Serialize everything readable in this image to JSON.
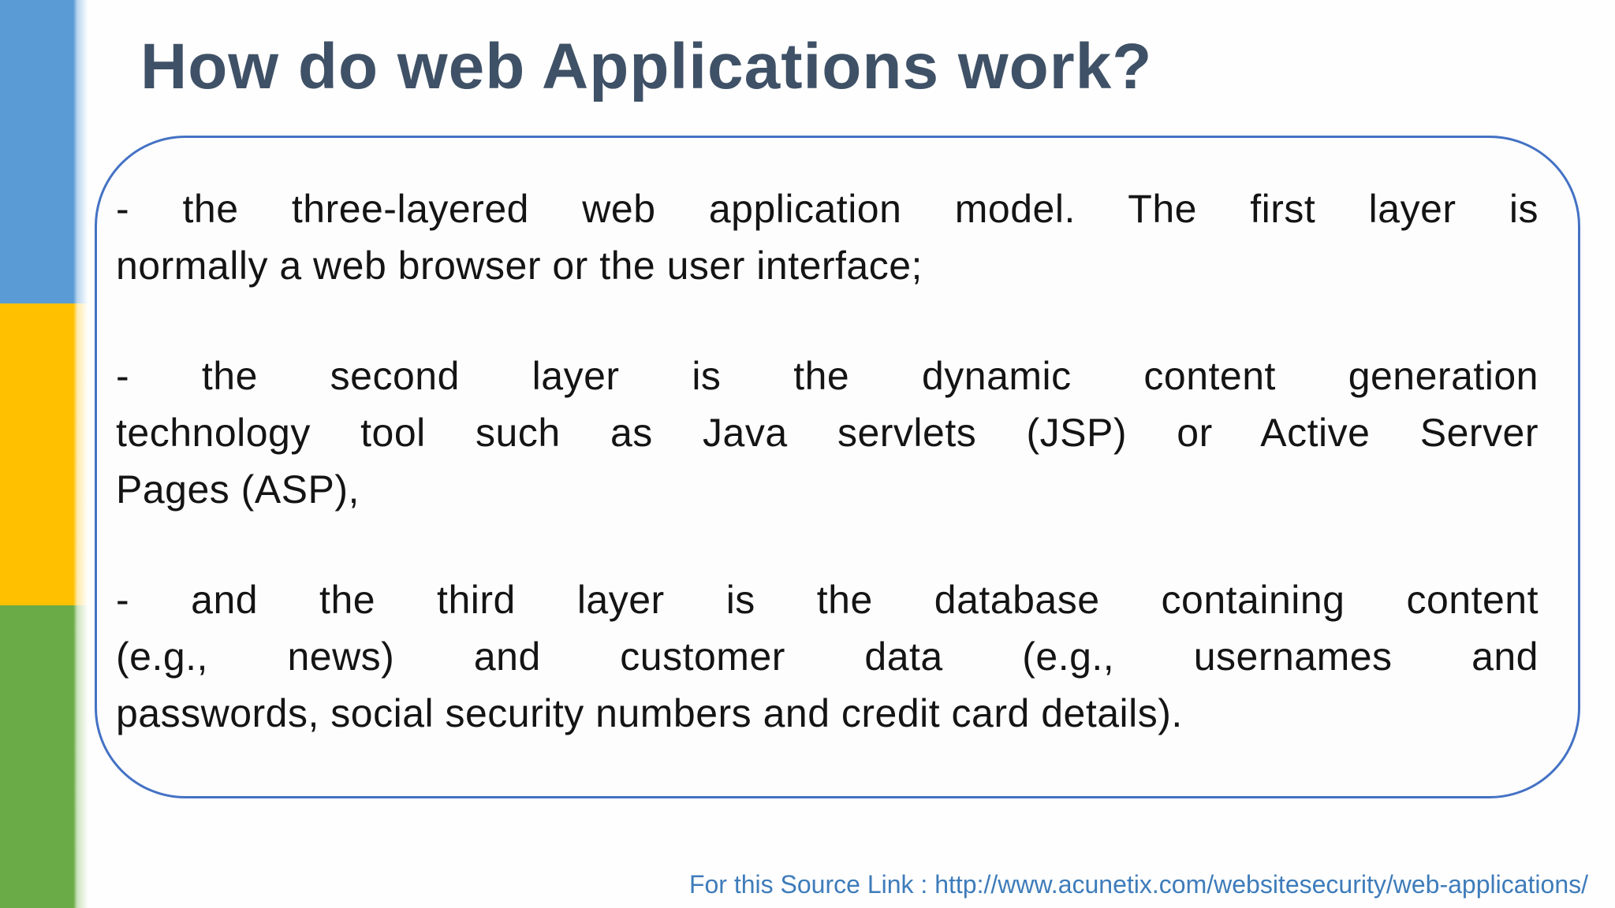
{
  "slide": {
    "title": "How do web Applications work?",
    "paragraphs": [
      {
        "lines": [
          "- the three-layered web application model. The first layer is",
          "normally a web browser or the user interface;"
        ]
      },
      {
        "lines": [
          "- the second layer is the dynamic content generation",
          "technology tool such as Java servlets (JSP) or Active Server",
          "Pages (ASP),"
        ]
      },
      {
        "lines": [
          "- and the third layer is the database containing content",
          "(e.g., news) and customer data (e.g., usernames and",
          "passwords, social security numbers and credit card details)."
        ]
      }
    ],
    "footer": "For this Source Link : http://www.acunetix.com/websitesecurity/web-applications/",
    "colors": {
      "stripe_blue": "#5b9bd5",
      "stripe_yellow": "#ffc000",
      "stripe_green": "#6aab47",
      "title": "#3f5166",
      "box_border": "#4472c4",
      "footer_link": "#3e7cba",
      "body_text": "#141414"
    }
  }
}
